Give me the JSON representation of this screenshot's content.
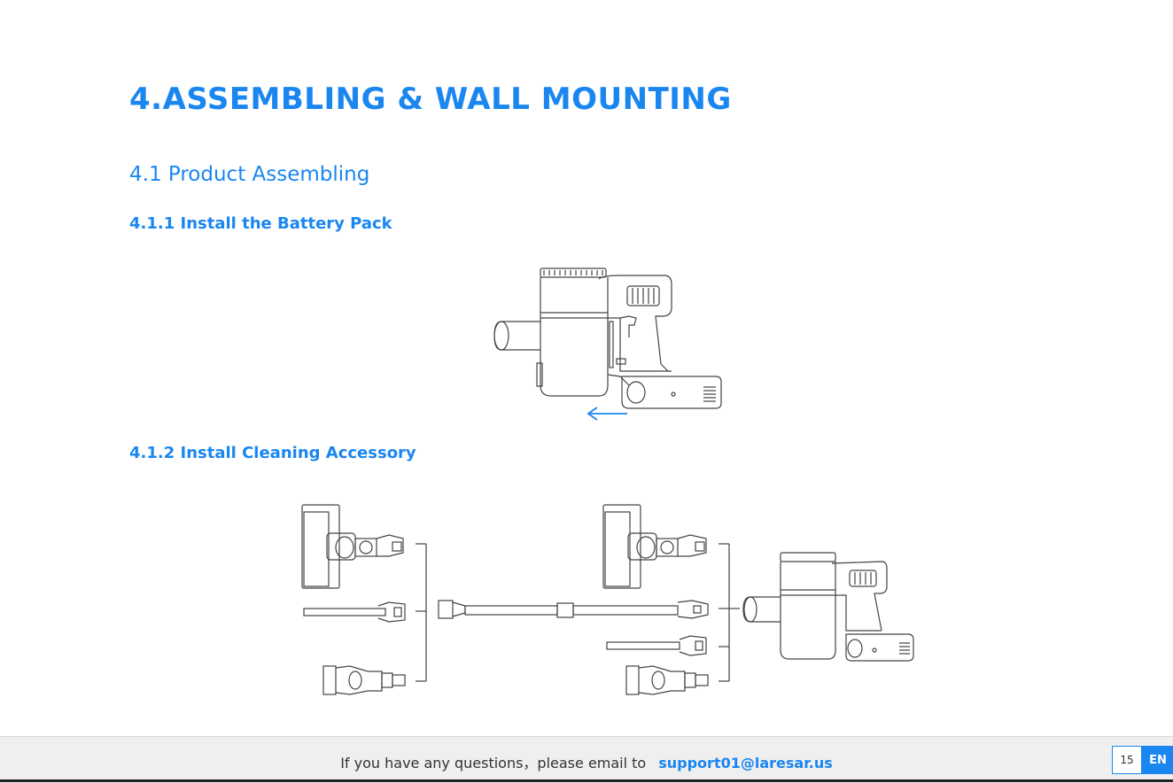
{
  "heading": "4.ASSEMBLING & WALL MOUNTING",
  "section": "4.1 Product Assembling",
  "subsections": [
    {
      "title": "4.1.1 Install the Battery Pack"
    },
    {
      "title": "4.1.2 Install Cleaning Accessory"
    }
  ],
  "footer": {
    "text": "If you have any questions，please email to",
    "email": "support01@laresar.us",
    "page_number": "15",
    "language": "EN"
  },
  "colors": {
    "accent": "#1a86f0",
    "line": "#444444"
  }
}
